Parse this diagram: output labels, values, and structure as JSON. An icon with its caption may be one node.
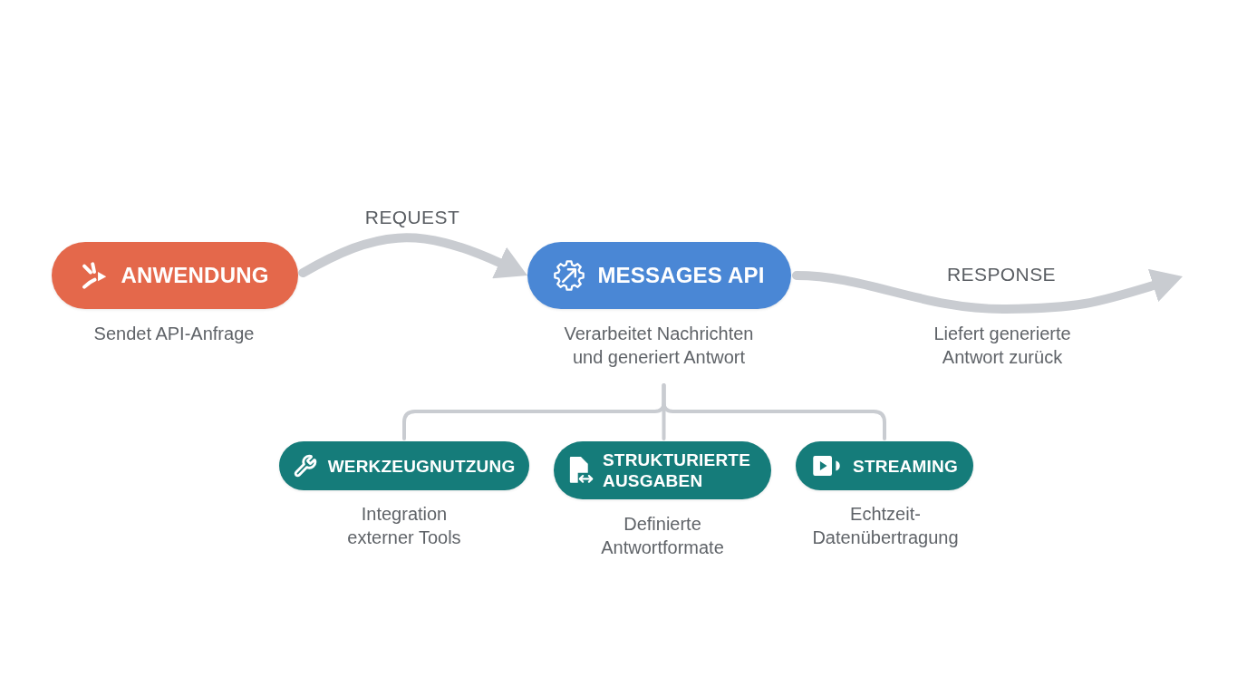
{
  "diagram": {
    "nodes": [
      {
        "text": [
          "ANWENDUNG"
        ],
        "beside": [
          "Sendet API-Anfrage"
        ]
      },
      {
        "text": [
          "MESSAGES API"
        ],
        "beside": [
          "Verarbeitet Nachrichten und generiert Antwort"
        ]
      },
      {
        "text": [
          "WERKZEUGNUTZUNG"
        ],
        "beside": [
          "Integration externer Tools"
        ]
      },
      {
        "text": [
          "STRUKTURIERTE AUSGABEN"
        ],
        "beside": [
          "Definierte Antwortformate"
        ]
      },
      {
        "text": [
          "STREAMING"
        ],
        "beside": [
          "Echtzeit-Datenübertragung"
        ]
      }
    ],
    "edges": [
      {
        "from": 0,
        "to": 1,
        "arrow": "to",
        "label": "REQUEST",
        "style": "thick"
      },
      {
        "from": 1,
        "to": null,
        "arrow": "to",
        "label": "RESPONSE",
        "style": "thick"
      },
      {
        "from": 1,
        "to": 2,
        "arrow": "none"
      },
      {
        "from": 1,
        "to": 3,
        "arrow": "none"
      },
      {
        "from": 1,
        "to": 4,
        "arrow": "none"
      }
    ],
    "labels": [
      "Liefert generierte Antwort zurück"
    ]
  }
}
